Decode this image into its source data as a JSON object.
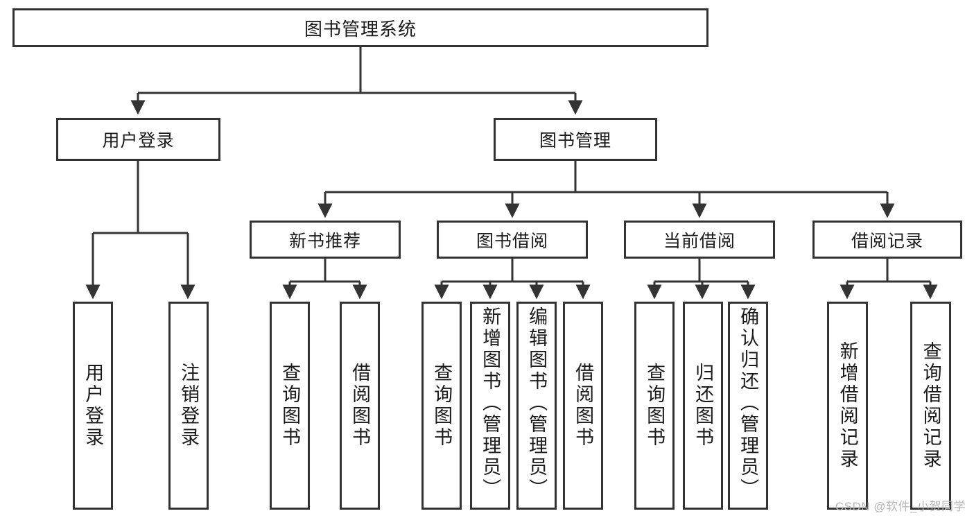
{
  "diagram": {
    "title": "图书管理系统",
    "type": "tree-hierarchy-chart",
    "root": {
      "label": "图书管理系统"
    },
    "level2": [
      {
        "label": "用户登录"
      },
      {
        "label": "图书管理"
      }
    ],
    "level3": [
      {
        "label": "新书推荐"
      },
      {
        "label": "图书借阅"
      },
      {
        "label": "当前借阅"
      },
      {
        "label": "借阅记录"
      }
    ],
    "leaves": {
      "user_login": [
        {
          "label": "用户登录"
        },
        {
          "label": "注销登录"
        }
      ],
      "new_book_recommend": [
        {
          "label": "查询图书"
        },
        {
          "label": "借阅图书"
        }
      ],
      "book_borrow": [
        {
          "label": "查询图书"
        },
        {
          "label": "新增图书（管理员）"
        },
        {
          "label": "编辑图书（管理员）"
        },
        {
          "label": "借阅图书"
        }
      ],
      "current_borrow": [
        {
          "label": "查询图书"
        },
        {
          "label": "归还图书"
        },
        {
          "label": "确认归还（管理员）"
        }
      ],
      "borrow_record": [
        {
          "label": "新增借阅记录"
        },
        {
          "label": "查询借阅记录"
        }
      ]
    }
  },
  "watermark": {
    "text": "CSDN @软件_小贺同学"
  },
  "colors": {
    "stroke": "#333333",
    "fill": "#ffffff",
    "text": "#1a1a1a",
    "watermark": "#b6b6b6"
  }
}
